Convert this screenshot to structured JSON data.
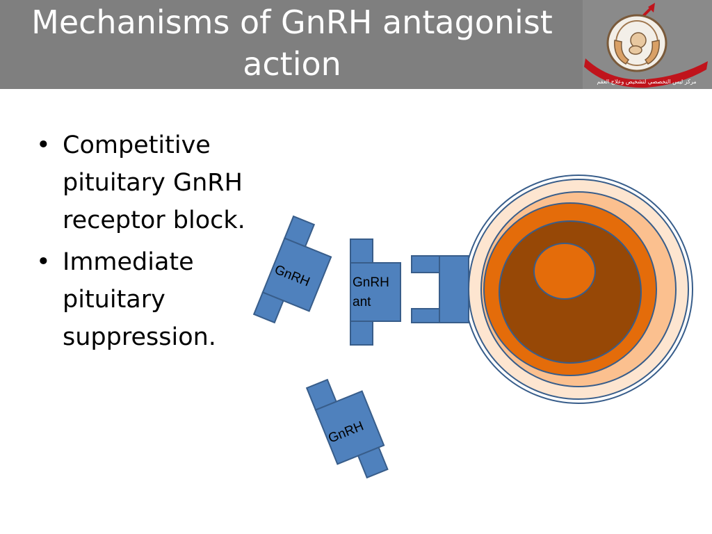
{
  "slide": {
    "title": "Mechanisms of GnRH antagonist action",
    "bullets": [
      "Competitive pituitary GnRH receptor block.",
      "Immediate pituitary suppression."
    ]
  },
  "logo": {
    "caption": "مركز ليس التخصصي لتشخيص وعلاج العقم"
  },
  "diagram": {
    "molecules": [
      {
        "label": "GnRH",
        "state": "free"
      },
      {
        "label": "GnRH ant",
        "line1": "GnRH",
        "line2": "ant",
        "state": "bound"
      },
      {
        "label": "GnRH",
        "state": "free"
      }
    ],
    "colors": {
      "molecule_fill": "#4f81bd",
      "molecule_stroke": "#385d8a",
      "cell_outer": "#fde5d0",
      "cell_middle": "#fbc08f",
      "cell_ring": "#e46c0a",
      "cell_body": "#974806",
      "nucleus": "#e46c0a",
      "title_bar": "#7f7f7f"
    }
  }
}
